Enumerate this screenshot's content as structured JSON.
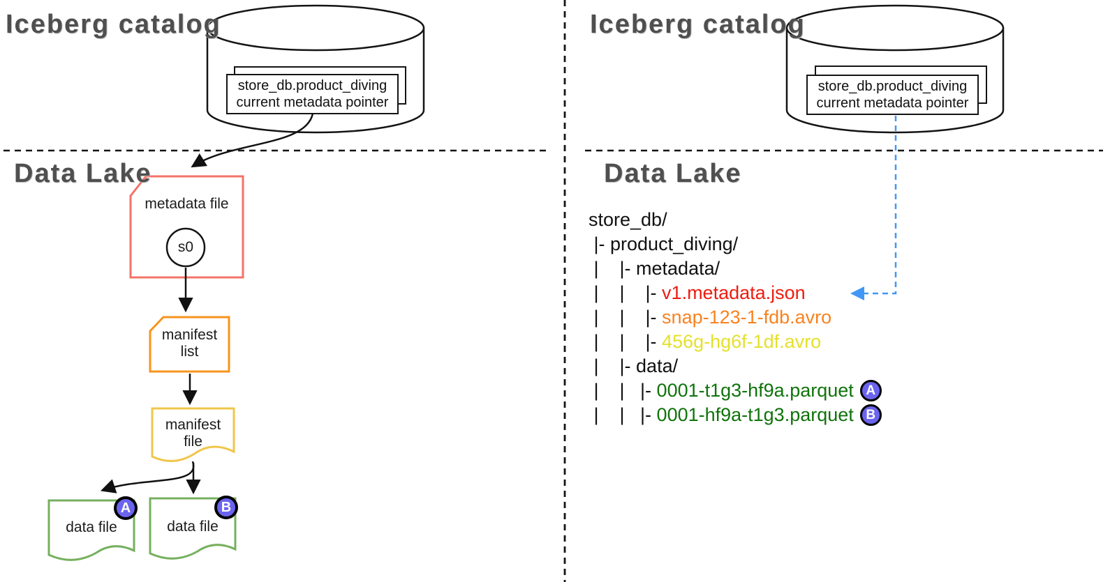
{
  "left_panel": {
    "catalog_title": "Iceberg catalog",
    "lake_title": "Data Lake",
    "catalog_box": {
      "table_name": "store_db.product_diving",
      "pointer_label": "current metadata pointer"
    },
    "nodes": {
      "metadata_file": "metadata file",
      "snapshot": "s0",
      "manifest_list": [
        "manifest",
        "list"
      ],
      "manifest_file": [
        "manifest",
        "file"
      ],
      "data_file_a": "data file",
      "data_file_b": "data file"
    },
    "badges": {
      "a": "A",
      "b": "B"
    }
  },
  "right_panel": {
    "catalog_title": "Iceberg catalog",
    "lake_title": "Data Lake",
    "catalog_box": {
      "table_name": "store_db.product_diving",
      "pointer_label": "current metadata pointer"
    },
    "tree": {
      "lines": [
        {
          "prefix": "",
          "name": "store_db/",
          "color": "#111111"
        },
        {
          "prefix": " |- ",
          "name": "product_diving/",
          "color": "#111111"
        },
        {
          "prefix": " |    |- ",
          "name": "metadata/",
          "color": "#111111"
        },
        {
          "prefix": " |    |    |- ",
          "name": "v1.metadata.json",
          "color": "#ee1c0f"
        },
        {
          "prefix": " |    |    |- ",
          "name": "snap-123-1-fdb.avro",
          "color": "#f9821f"
        },
        {
          "prefix": " |    |    |- ",
          "name": "456g-hg6f-1df.avro",
          "color": "#e4e02b"
        },
        {
          "prefix": " |    |- ",
          "name": "data/",
          "color": "#111111"
        },
        {
          "prefix": " |    |   |- ",
          "name": "0001-t1g3-hf9a.parquet",
          "color": "#10730b",
          "badge": "A"
        },
        {
          "prefix": " |    |   |- ",
          "name": "0001-hf9a-t1g3.parquet",
          "color": "#10730b",
          "badge": "B"
        }
      ]
    }
  },
  "colors": {
    "metadata_file_border": "#f37368",
    "manifest_list_border": "#f7941e",
    "manifest_file_border": "#f0c64b",
    "data_file_border": "#76b05f",
    "badge_fill": "#6b64ee",
    "blue_pointer_arrow": "#4197f5",
    "divider": "#141414"
  }
}
